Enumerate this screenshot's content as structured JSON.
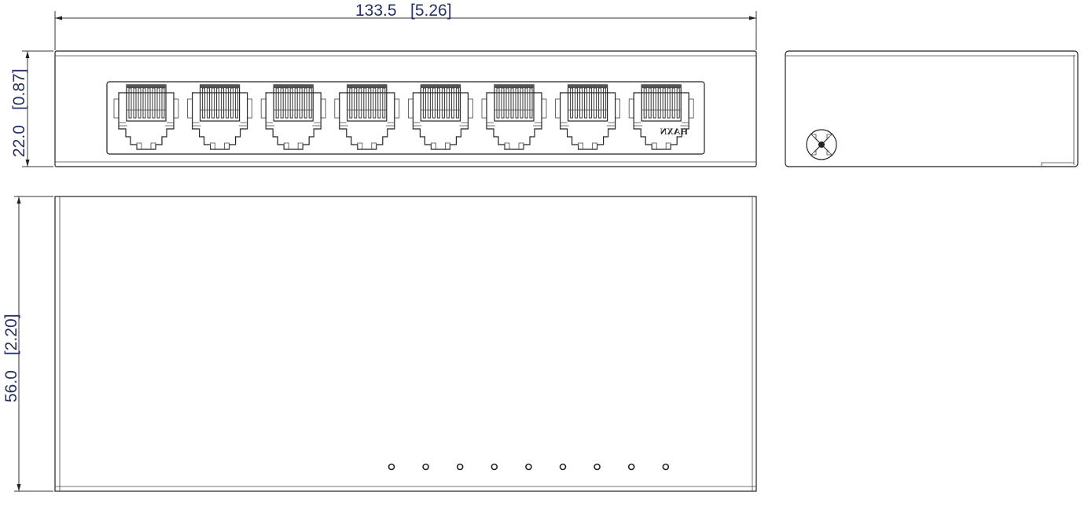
{
  "drawing": {
    "width_dimension": {
      "mm": "133.5",
      "inch": "[5.26]"
    },
    "height_dimension": {
      "mm": "22.0",
      "inch": "[0.87]"
    },
    "depth_dimension": {
      "mm": "56.0",
      "inch": "[2.20]"
    },
    "front_view": {
      "port_count": 8,
      "port_marking": "HAXN"
    },
    "top_view": {
      "led_count": 9
    }
  }
}
